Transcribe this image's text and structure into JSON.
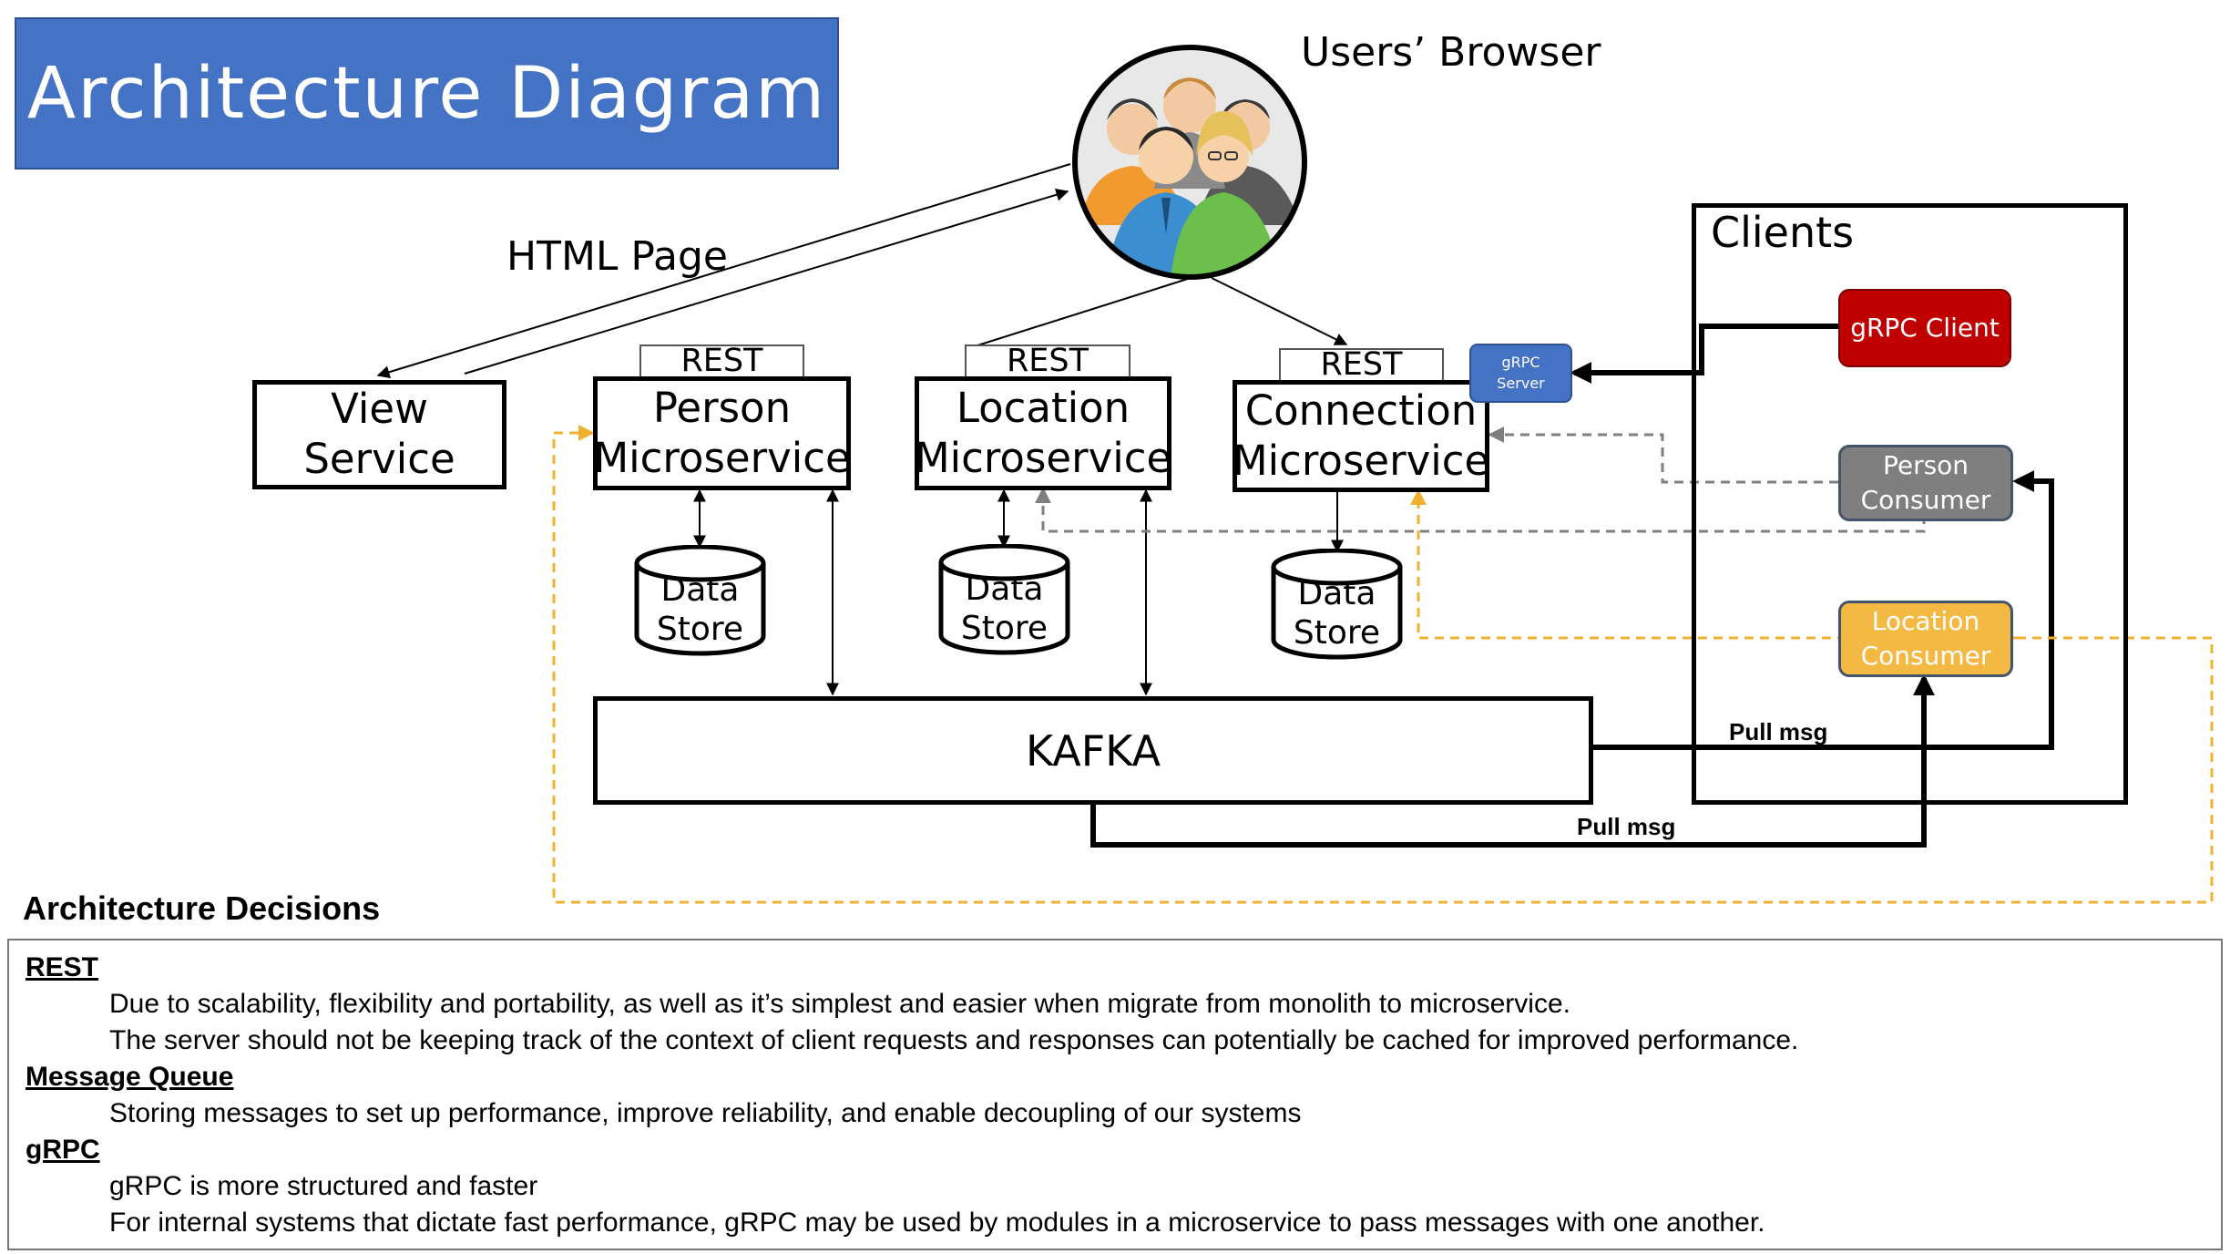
{
  "title": "Architecture Diagram",
  "users_browser": "Users’ Browser",
  "html_page": "HTML Page",
  "view_service": {
    "line1": "View",
    "line2": "Service"
  },
  "rest_label": "REST",
  "person_ms": {
    "line1": "Person",
    "line2": "Microservice"
  },
  "location_ms": {
    "line1": "Location",
    "line2": "Microservice"
  },
  "connection_ms": {
    "line1": "Connection",
    "line2": "Microservice"
  },
  "data_store": {
    "line1": "Data",
    "line2": "Store"
  },
  "kafka": "KAFKA",
  "clients": {
    "label": "Clients",
    "grpc_client": "gRPC Client",
    "person_consumer": {
      "line1": "Person",
      "line2": "Consumer"
    },
    "location_consumer": {
      "line1": "Location",
      "line2": "Consumer"
    }
  },
  "grpc_server": {
    "line1": "gRPC",
    "line2": "Server"
  },
  "pull_msg": "Pull msg",
  "colors": {
    "banner": "#4472c4",
    "grpc_client": "#c00000",
    "person_consumer": "#7f7f7f",
    "location_consumer": "#f4b942",
    "grpc_server": "#4472c4",
    "dashed_yellow": "#f0b030",
    "dashed_gray": "#7f7f7f"
  },
  "icons": {
    "users": "users-group-icon"
  },
  "decisions": {
    "heading": "Architecture Decisions",
    "rest": {
      "head": "REST",
      "line1": "Due to scalability, flexibility and portability, as well as it’s simplest and easier when migrate from monolith to microservice.",
      "line2": "The server should not be keeping track of the context of client requests and responses can potentially be cached for improved performance."
    },
    "mq": {
      "head": "Message Queue",
      "line1": "Storing messages to set up performance, improve reliability, and enable decoupling of our systems"
    },
    "grpc": {
      "head": "gRPC",
      "line1": "gRPC is more structured and faster",
      "line2": "For internal systems that dictate fast performance, gRPC may be used by modules in a microservice to pass messages with one another."
    }
  }
}
